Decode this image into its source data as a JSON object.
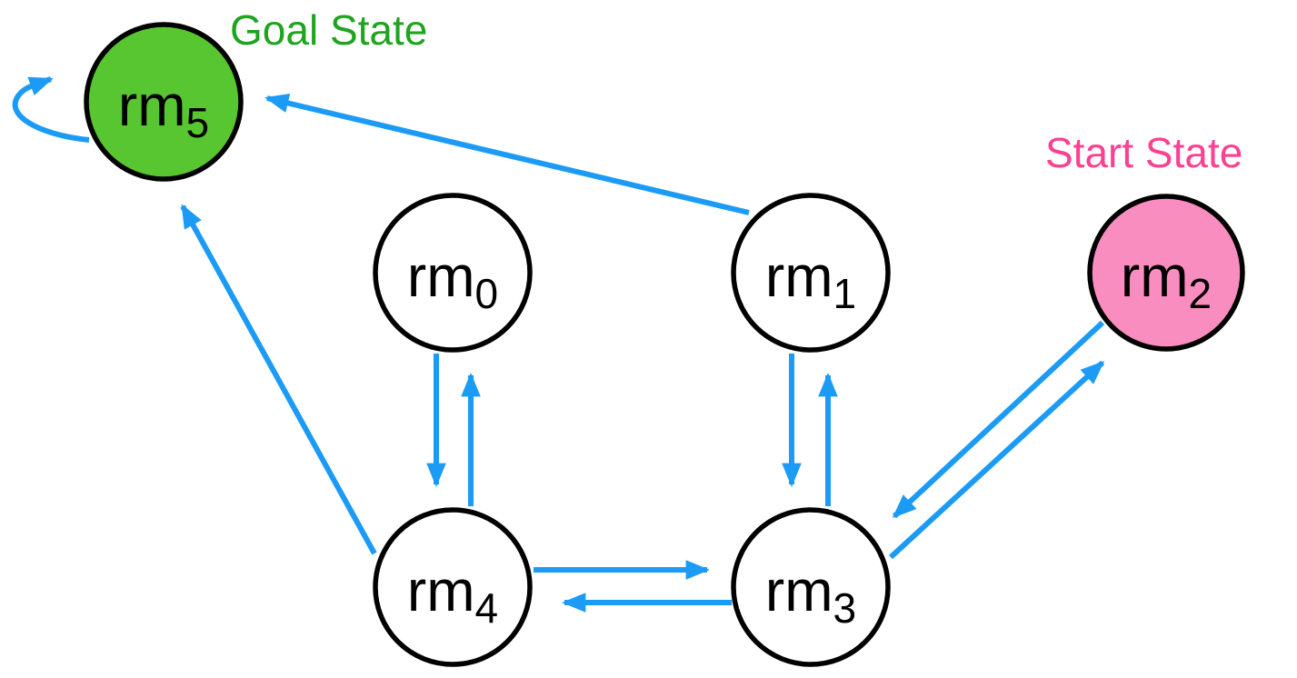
{
  "diagram": {
    "kind": "state-transition-graph",
    "description": "Room state graph with directed transition arrows, a goal state and a start state"
  },
  "colors": {
    "arrow": "#1b9bf5",
    "goal_fill": "#58c630",
    "goal_text": "#1ea41e",
    "start_fill": "#fa8dbf",
    "start_text": "#fb4191",
    "node_fill": "#ffffff",
    "node_stroke": "#000000",
    "label_text": "#000000",
    "background": "#ffffff"
  },
  "annotations": {
    "goal": "Goal State",
    "start": "Start State"
  },
  "nodes": [
    {
      "id": "rm5",
      "base": "rm",
      "sub": "5",
      "role": "goal"
    },
    {
      "id": "rm0",
      "base": "rm",
      "sub": "0",
      "role": "normal"
    },
    {
      "id": "rm1",
      "base": "rm",
      "sub": "1",
      "role": "normal"
    },
    {
      "id": "rm2",
      "base": "rm",
      "sub": "2",
      "role": "start"
    },
    {
      "id": "rm4",
      "base": "rm",
      "sub": "4",
      "role": "normal"
    },
    {
      "id": "rm3",
      "base": "rm",
      "sub": "3",
      "role": "normal"
    }
  ],
  "edges": [
    {
      "from": "rm5",
      "to": "rm5",
      "type": "self-loop"
    },
    {
      "from": "rm1",
      "to": "rm5",
      "type": "directed"
    },
    {
      "from": "rm4",
      "to": "rm5",
      "type": "directed"
    },
    {
      "from": "rm0",
      "to": "rm4",
      "type": "directed"
    },
    {
      "from": "rm4",
      "to": "rm0",
      "type": "directed"
    },
    {
      "from": "rm1",
      "to": "rm3",
      "type": "directed"
    },
    {
      "from": "rm3",
      "to": "rm1",
      "type": "directed"
    },
    {
      "from": "rm4",
      "to": "rm3",
      "type": "directed"
    },
    {
      "from": "rm3",
      "to": "rm4",
      "type": "directed"
    },
    {
      "from": "rm2",
      "to": "rm3",
      "type": "directed"
    },
    {
      "from": "rm3",
      "to": "rm2",
      "type": "directed"
    }
  ]
}
